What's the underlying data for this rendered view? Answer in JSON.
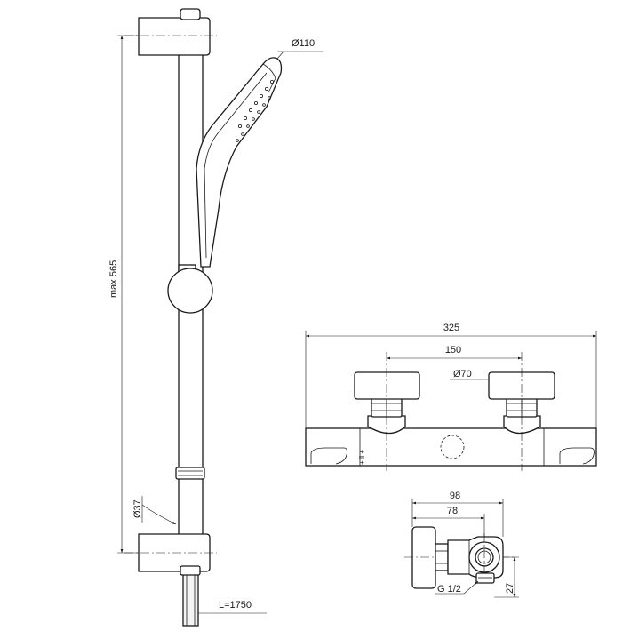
{
  "dimensions": {
    "rail_height": "max 565",
    "handshower_diameter": "Ø110",
    "rail_diameter": "Ø37",
    "hose_length": "L=1750",
    "mixer_width": "325",
    "inlet_centres": "150",
    "handle_diameter": "Ø70",
    "side_depth_total": "98",
    "side_depth_wall": "78",
    "thread": "G 1/2",
    "outlet_height": "27"
  },
  "markings": {
    "temperature_scale": "+ ‖ +"
  }
}
